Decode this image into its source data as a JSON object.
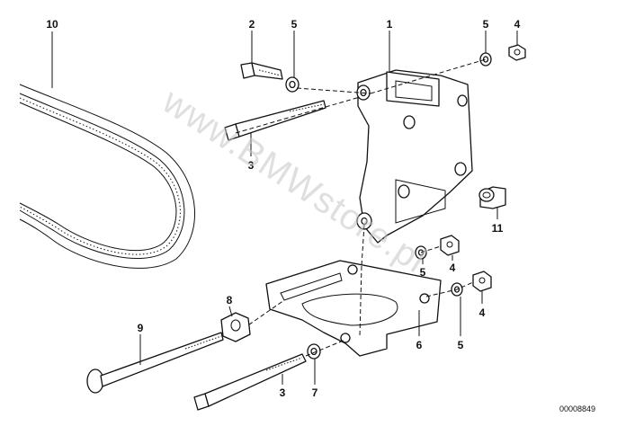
{
  "diagram": {
    "reference_code": "00008849",
    "watermark": "www.BMWstore.pl",
    "callouts": [
      {
        "id": "c10",
        "label": "10"
      },
      {
        "id": "c2",
        "label": "2"
      },
      {
        "id": "c5a",
        "label": "5"
      },
      {
        "id": "c1",
        "label": "1"
      },
      {
        "id": "c5b",
        "label": "5"
      },
      {
        "id": "c4a",
        "label": "4"
      },
      {
        "id": "c3a",
        "label": "3"
      },
      {
        "id": "c11",
        "label": "11"
      },
      {
        "id": "c5c",
        "label": "5"
      },
      {
        "id": "c4b",
        "label": "4"
      },
      {
        "id": "c8",
        "label": "8"
      },
      {
        "id": "c4c",
        "label": "4"
      },
      {
        "id": "c9",
        "label": "9"
      },
      {
        "id": "c6",
        "label": "6"
      },
      {
        "id": "c5d",
        "label": "5"
      },
      {
        "id": "c3b",
        "label": "3"
      },
      {
        "id": "c7",
        "label": "7"
      }
    ]
  }
}
